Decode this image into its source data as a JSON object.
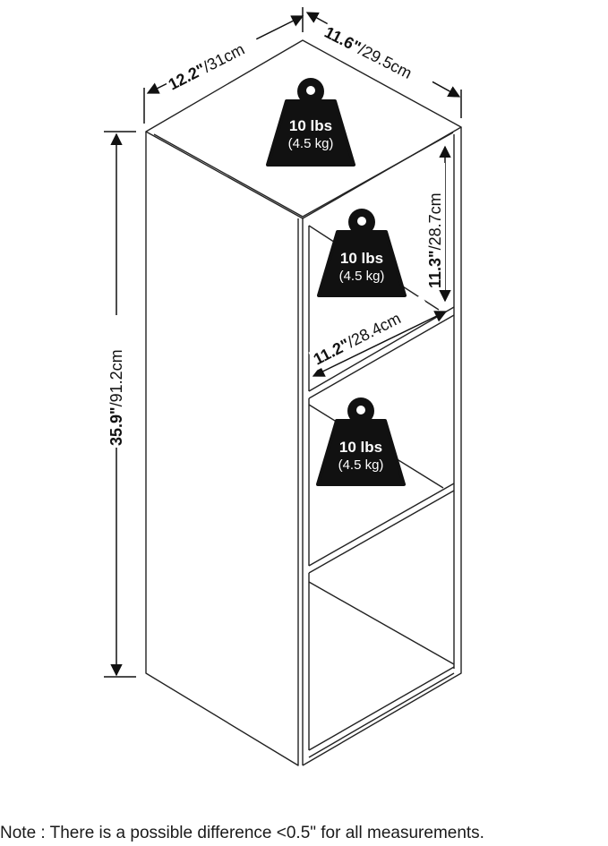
{
  "dimensions": {
    "depth_top": {
      "imperial": "12.2\"",
      "metric": "/31cm"
    },
    "width_top": {
      "imperial": "11.6\"",
      "metric": "/29.5cm"
    },
    "height_total": {
      "imperial": "35.9\"",
      "metric": "/91.2cm"
    },
    "cube_height": {
      "imperial": "11.3\"",
      "metric": "/28.7cm"
    },
    "cube_depth": {
      "imperial": "11.2\"",
      "metric": "/28.4cm"
    }
  },
  "weights": [
    {
      "lbs": "10 lbs",
      "kg": "(4.5 kg)"
    },
    {
      "lbs": "10 lbs",
      "kg": "(4.5 kg)"
    },
    {
      "lbs": "10 lbs",
      "kg": "(4.5 kg)"
    }
  ],
  "note": "Note : There is a possible difference <0.5\" for all measurements."
}
